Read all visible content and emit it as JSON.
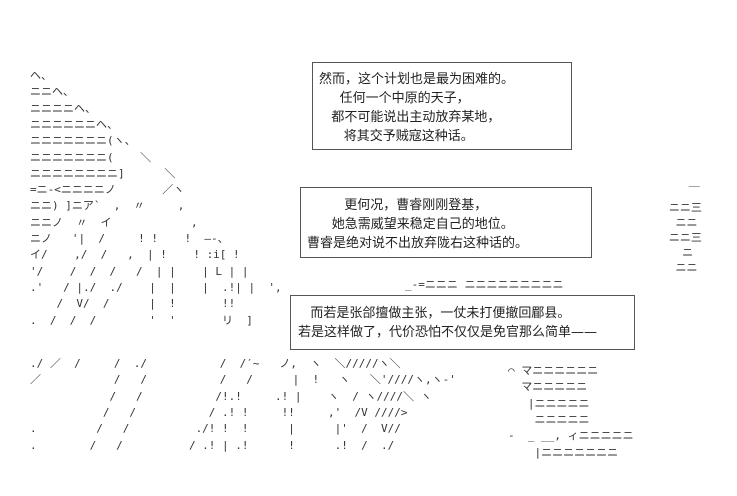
{
  "dialogue": {
    "box1": [
      "然而，这个计划也是最为困难的。",
      "     任何一个中原的天子，",
      "   都不可能说出主动放弃某地，",
      "      将其交予贼寇这种话。"
    ],
    "box2": [
      "         更何况，曹睿刚刚登基，",
      "      她急需威望来稳定自己的地位。",
      "曹睿是绝对说不出放弃陇右这种话的。"
    ],
    "box3": [
      "   而若是张郃擅做主张，一仗未打便撤回郿县。",
      "若是这样做了，代价恐怕不仅仅是免官那么简单——"
    ]
  },
  "art": {
    "left": [
      "ヘ、",
      "ニニヘ、",
      "ニニニニヘ、",
      "ニニニニニニヘ、",
      "ニニニニニニニ(ヽ、",
      "ニニニニニニニ(    ＼",
      "ニニニニニニニニ]      ＼",
      "=ニ-<ニニニニノ       ／ヽ",
      "ニニ) ]ニア`  ,  〃     ,",
      "ニニノ  〃  イ            ,",
      "ニノ   '|  /     ! !    !  ―-、",
      "イ/    ,/  /   ,  | !    ! :i[ !",
      "'/    /  /  /   /  | |    | L | |",
      ".'   / |./  ./    |  |    |  .!| |  ',",
      "    /  V/  /      |  !       !!",
      ".  /  /  /        '  '       リ  ]",
      "./ ／  /     /  ./           /  /′~   ノ,  ヽ  ＼/////ヽ＼",
      "／           /   /           /   /      |  !   ヽ   ＼'////ヽ,ヽ-'",
      "            /   /           /!.!     .! |    ヽ  / ヽ////＼ ヽ",
      "           /   /           / .! !     !!     ,'  /V ////>",
      ".         /   /          ./! !  !      |      |'  /  V//",
      ".        /   /          / .! | .!      !      .!  /  ./"
    ],
    "right": [
      "              ￣",
      "           ニニ三",
      "            ニニ",
      "           ニニ三",
      "             ニ",
      "            ニニ",
      "_-=ニニニ ニニニニニニニニニ"
    ],
    "lower_right": [
      "⌒ マニニニニニニ",
      "  マニニニニニ",
      "   |ニニニニニ",
      "    ニニニニニ",
      "-  _ __, ィニニニニニ",
      "    |ニニニニニニニ"
    ]
  },
  "colors": {
    "border": "#555555",
    "text": "#222222"
  }
}
